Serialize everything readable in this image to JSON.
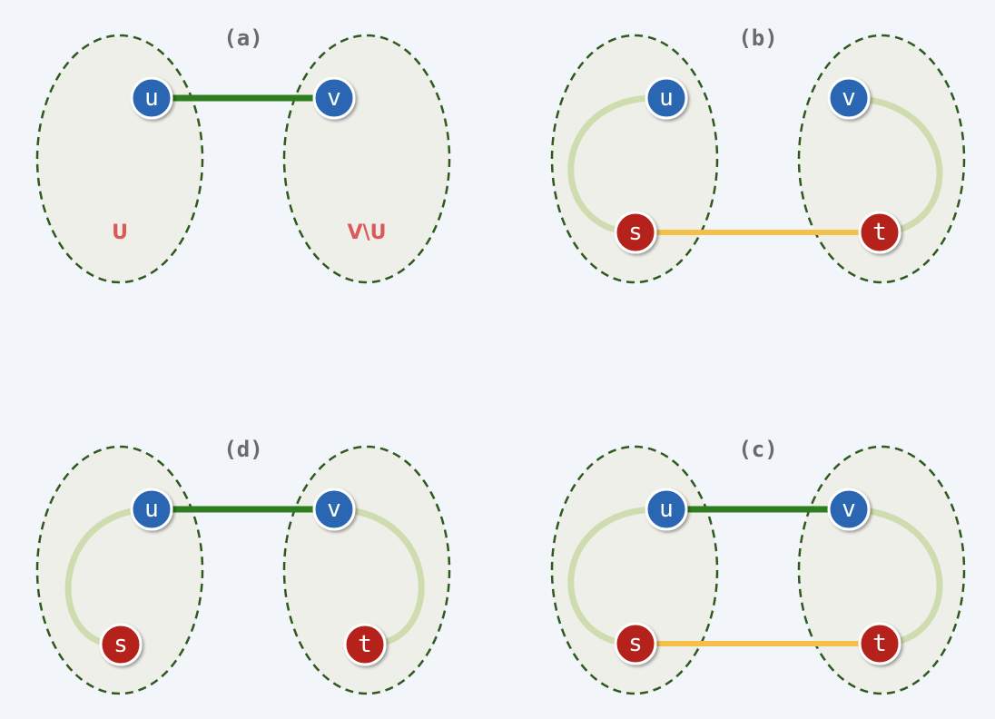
{
  "panels": {
    "a": {
      "title": "(a)",
      "u": "u",
      "v": "v",
      "set_left": "U",
      "set_right": "V\\U"
    },
    "b": {
      "title": "(b)",
      "u": "u",
      "v": "v",
      "s": "s",
      "t": "t"
    },
    "d": {
      "title": "(d)",
      "u": "u",
      "v": "v",
      "s": "s",
      "t": "t"
    },
    "c": {
      "title": "(c)",
      "u": "u",
      "v": "v",
      "s": "s",
      "t": "t"
    }
  },
  "colors": {
    "node_blue": "#2a66b2",
    "node_red": "#b5201c",
    "edge_green": "#2e7d1e",
    "edge_yellow": "#f4c04a",
    "path_light": "#cfdcb0",
    "set_label_red": "#d95a58"
  }
}
